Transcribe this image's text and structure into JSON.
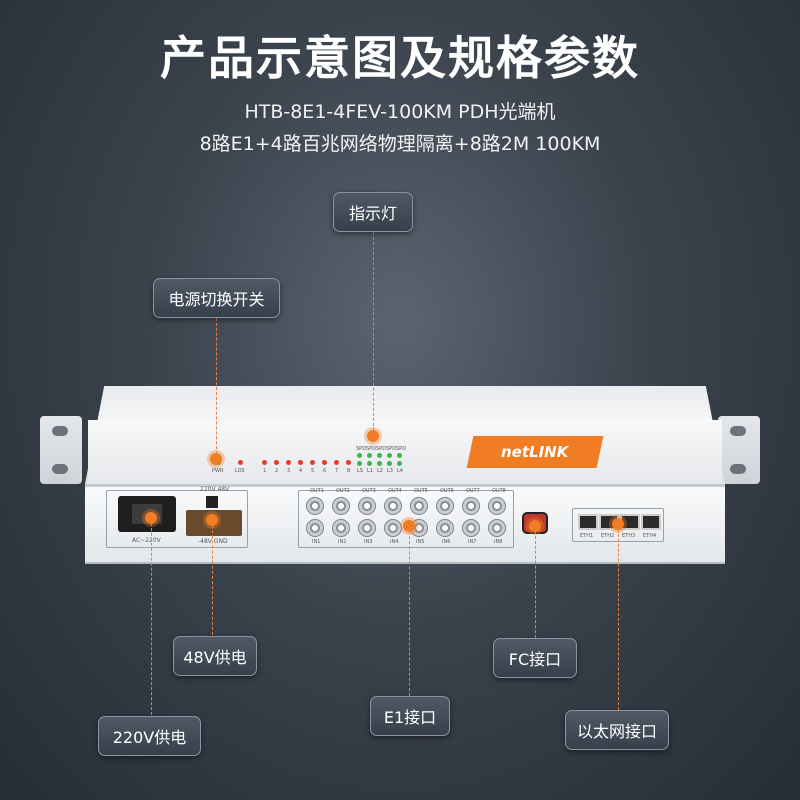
{
  "header": {
    "title": "产品示意图及规格参数",
    "model": "HTB-8E1-4FEV-100KM PDH光端机",
    "spec": "8路E1+4路百兆网络物理隔离+8路2M 100KM"
  },
  "callouts": {
    "indicator": "指示灯",
    "power_switch": "电源切换开关",
    "power_48v": "48V供电",
    "power_220v": "220V供电",
    "e1_port": "E1接口",
    "fc_port": "FC接口",
    "eth_port": "以太网接口"
  },
  "device": {
    "brand": "netLINK",
    "led_labels": [
      "PWR",
      "LOS",
      "1",
      "2",
      "3",
      "4",
      "5",
      "6",
      "7",
      "8"
    ],
    "spd_labels": [
      "SPD",
      "SPD",
      "SPD",
      "SPD",
      "SPD"
    ],
    "link_labels": [
      "LS",
      "L1",
      "L2",
      "L3",
      "L4"
    ],
    "voltage_label": "220V  48V",
    "ac_label": "AC~220V",
    "dc_label": "-48V GND",
    "out_labels": [
      "OUT1",
      "OUT2",
      "OUT3",
      "OUT4",
      "OUT5",
      "OUT6",
      "OUT7",
      "OUT8"
    ],
    "in_labels": [
      "IN1",
      "IN2",
      "IN3",
      "IN4",
      "IN5",
      "IN6",
      "IN7",
      "IN8"
    ],
    "eth_labels": [
      "ETH1",
      "ETH2",
      "ETH3",
      "ETH4"
    ]
  },
  "colors": {
    "accent": "#f07c24",
    "background": "#3a424c"
  }
}
